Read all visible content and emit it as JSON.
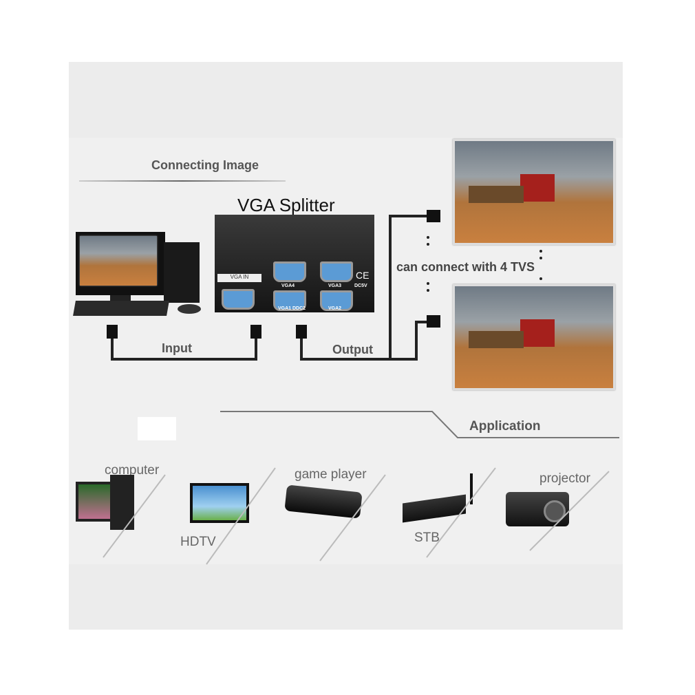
{
  "header": {
    "connecting_image": "Connecting Image",
    "product_title": "VGA Splitter"
  },
  "splitter": {
    "input_label": "VGA IN",
    "ports": [
      "VGA4",
      "VGA3",
      "VGA1 DDC2",
      "VGA2"
    ],
    "power": "DC5V",
    "cert": "CE"
  },
  "connections": {
    "input": "Input",
    "output": "Output",
    "note": "can connect with 4 TVS"
  },
  "application": {
    "title": "Application",
    "devices": [
      {
        "label": "computer"
      },
      {
        "label": "HDTV"
      },
      {
        "label": "game player"
      },
      {
        "label": "STB"
      },
      {
        "label": "projector"
      }
    ]
  }
}
